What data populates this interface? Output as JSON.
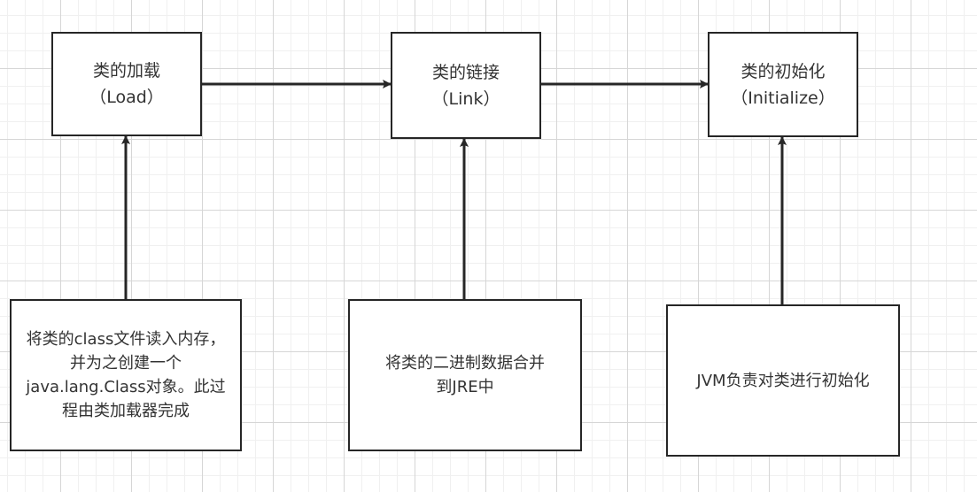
{
  "diagram": {
    "stages": [
      {
        "title": "类的加载",
        "subtitle": "（Load）"
      },
      {
        "title": "类的链接",
        "subtitle": "（Link）"
      },
      {
        "title": "类的初始化",
        "subtitle": "（Initialize）"
      }
    ],
    "descriptions": [
      {
        "text": "将类的class文件读入内存，并为之创建一个java.lang.Class对象。此过程由类加载器完成"
      },
      {
        "text": "将类的二进制数据合并到JRE中"
      },
      {
        "text": "JVM负责对类进行初始化"
      }
    ],
    "colors": {
      "line": "#262626",
      "text": "#333333",
      "grid_major": "#d6d6d6",
      "grid_minor": "#f0f0f0"
    }
  }
}
